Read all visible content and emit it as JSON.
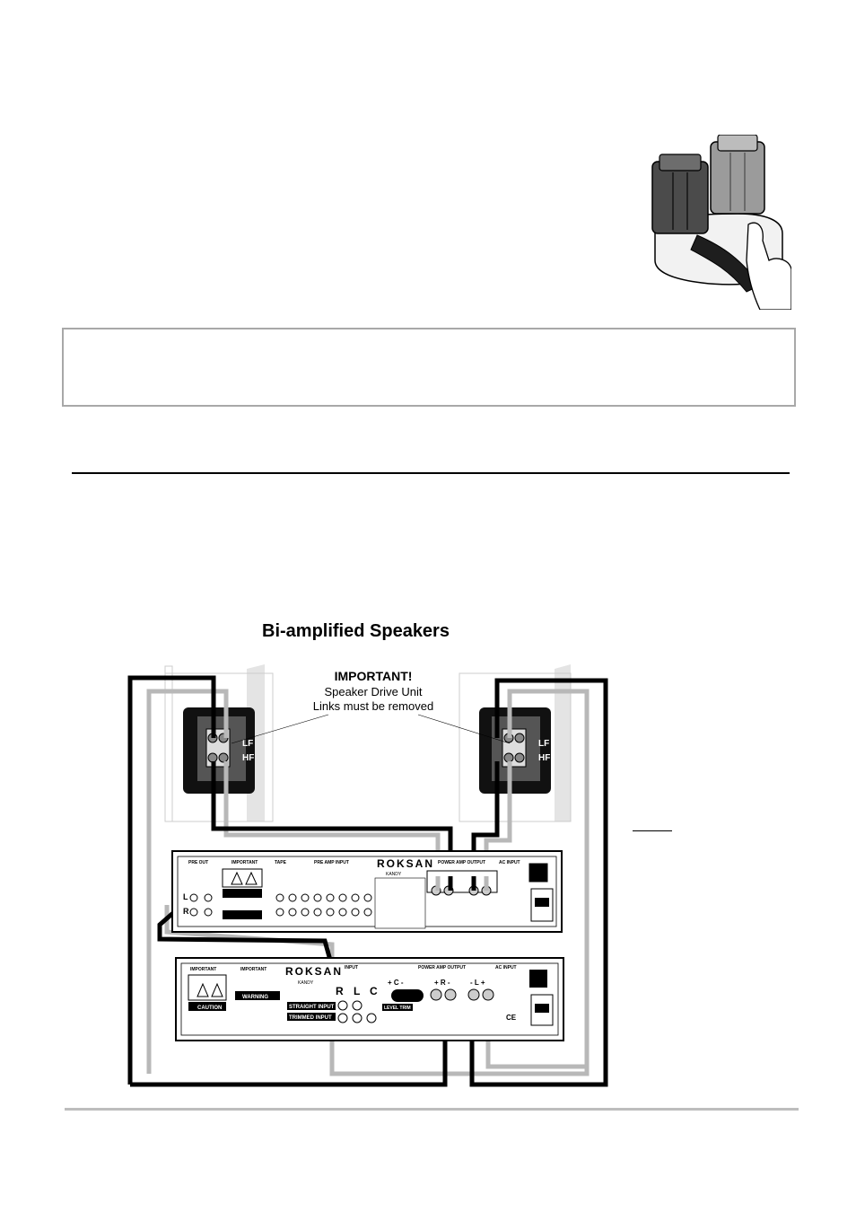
{
  "diagram": {
    "title": "Bi-amplified Speakers",
    "important": {
      "heading": "IMPORTANT!",
      "line1": "Speaker Drive Unit",
      "line2": "Links must be removed"
    },
    "speaker_terminal_labels": {
      "lf": "LF",
      "hf": "HF"
    },
    "integrated_amp": {
      "brand": "ROKSAN",
      "model": "KANDY",
      "sections": [
        "PRE OUT",
        "IMPORTANT",
        "TAPE",
        "PRE AMP INPUT",
        "POWER AMP OUTPUT",
        "AC INPUT"
      ],
      "channel_labels": {
        "left": "L",
        "right": "R"
      }
    },
    "power_amp": {
      "brand": "ROKSAN",
      "model": "KANDY",
      "sections": [
        "IMPORTANT",
        "IMPORTANT",
        "INPUT",
        "POWER AMP OUTPUT",
        "AC INPUT"
      ],
      "input_labels": {
        "right": "R",
        "left": "L",
        "centre": "C"
      },
      "straight_input": "STRAIGHT INPUT",
      "trimmed_input": "TRIMMED INPUT",
      "level_trim": "LEVEL TRIM",
      "output_labels": {
        "centre": "+ C -",
        "right": "+ R -",
        "left": "- L +"
      },
      "caution": "CAUTION",
      "warning": "WARNING",
      "ce": "CE"
    }
  },
  "colors": {
    "cable_dark": "#000000",
    "cable_light": "#b8b8b8",
    "panel_fill": "#ffffff",
    "note_border": "#a8a8a8"
  }
}
